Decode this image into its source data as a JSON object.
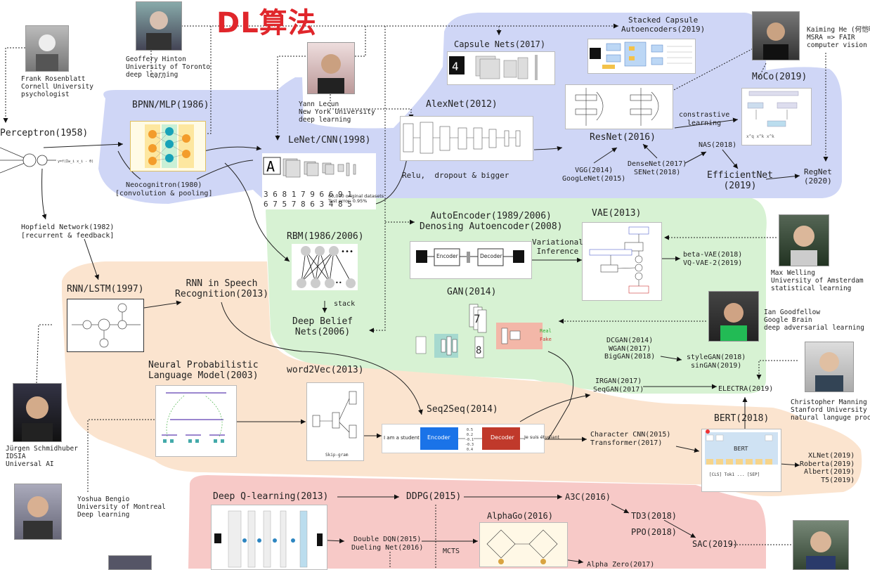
{
  "title": "DL算法",
  "people": {
    "rosenblatt": "Frank Rosenblatt\nCornell University\npsychologist",
    "hinton": "Geoffery Hinton\nUniversity of Toronto\ndeep learning",
    "lecun": "Yann Lecun\nNew York University\ndeep learning",
    "he": "Kaiming He (何恺明\nMSRA => FAIR\ncomputer vision",
    "welling": "Max Welling\nUniversity of Amsterdam\nstatistical learning",
    "goodfellow": "Ian Goodfellow\nGoogle Brain\ndeep adversarial learning",
    "manning": "Christopher Manning\nStanford University\nnatural languge process",
    "schmidhuber": "Jürgen Schmidhuber\nIDSIA\nUniversal AI",
    "bengio": "Yoshua Bengio\nUniversity of Montreal\nDeep learning"
  },
  "nodes": {
    "perceptron": "Perceptron(1958)",
    "hopfield": "Hopfield Network(1982)\n[recurrent & feedback]",
    "bpnn": "BPNN/MLP(1986)",
    "neocognitron": "Neocognitron(1980)\n[convolution & pooling]",
    "lenet": "LeNet/CNN(1998)",
    "alexnet": "AlexNet(2012)",
    "relu": "Relu,  dropout & bigger",
    "capsule": "Capsule Nets(2017)",
    "stacked_capsule": "Stacked Capsule\nAutoencoders(2019)",
    "moco": "MoCo(2019)",
    "contrastive": "constrastive\nlearning",
    "resnet": "ResNet(2016)",
    "vgg": "VGG(2014)\nGoogLeNet(2015)",
    "densenet": "DenseNet(2017)\nSENet(2018)",
    "nas": "NAS(2018)",
    "efficientnet": "EfficientNet\n(2019)",
    "regnet": "RegNet\n(2020)",
    "rnn_lstm": "RNN/LSTM(1997)",
    "rnn_speech": "RNN in Speech\nRecognition(2013)",
    "rbm": "RBM(1986/2006)",
    "stack": "stack",
    "dbn": "Deep Belief\nNets(2006)",
    "autoencoder": "AutoEncoder(1989/2006)\nDenosing Autoencoder(2008)",
    "vae": "VAE(2013)",
    "variational": "Variational\nInference",
    "beta_vae": "beta-VAE(2018)\nVQ-VAE-2(2019)",
    "gan": "GAN(2014)",
    "dcgan": "DCGAN(2014)\nWGAN(2017)\nBigGAN(2018)",
    "stylegan": "styleGAN(2018)\nsinGAN(2019)",
    "irgan": "IRGAN(2017)\nSeqGAN(2017)",
    "electra": "ELECTRA(2019)",
    "nplm": "Neural Probabilistic\nLanguage Model(2003)",
    "word2vec": "word2Vec(2013)",
    "seq2seq": "Seq2Seq(2014)",
    "charcnn": "Character CNN(2015)\nTransformer(2017)",
    "bert": "BERT(2018)",
    "xlnet": "XLNet(2019)\nRoberta(2019)\nAlbert(2019)\nT5(2019)",
    "dqn": "Deep Q-learning(2013)",
    "ddpg": "DDPG(2015)",
    "a3c": "A3C(2016)",
    "td3": "TD3(2018)",
    "ppo": "PPO(2018)",
    "sac": "SAC(2019)",
    "double_dqn": "Double DQN(2015)\nDueling Net(2016)",
    "mcts": "MCTS",
    "alphago": "AlphaGo(2016)",
    "alphazero": "Alpha Zero(2017)"
  },
  "figures": {
    "lenet_caption": "60,000 original datasets\nTest error: 0.95%",
    "enc_input": "I am a student",
    "enc_label": "Encoder",
    "dec_label": "Decoder",
    "dec_output": "Je suis étudiant",
    "ae_encoder": "Encoder",
    "ae_decoder": "Decoder",
    "bert_fig": "BERT"
  },
  "colors": {
    "blue_region": "#cfd6f6",
    "green_region": "#d7f2d3",
    "orange_region": "#fbe4cf",
    "red_region": "#f7c9c7",
    "title": "#e0262b",
    "encoder": "#1a73e8",
    "decoder": "#c0392b"
  }
}
